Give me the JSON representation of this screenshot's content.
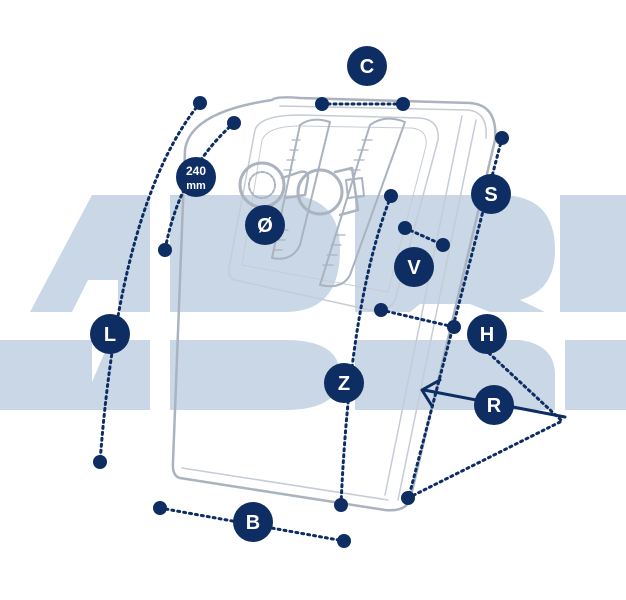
{
  "watermark": {
    "text": "ADR",
    "color": "#c9d7e6"
  },
  "colors": {
    "navy": "#0d2d63",
    "outline": "#c5ccd6",
    "outline_dark": "#aab3bf",
    "detail": "#d3d9e1"
  },
  "labels": {
    "C": "C",
    "S": "S",
    "L": "L",
    "diameter": "Ø",
    "V": "V",
    "H": "H",
    "Z": "Z",
    "R": "R",
    "B": "B",
    "size_value": "240",
    "size_unit": "mm"
  },
  "part": {
    "name": "mudguard",
    "icon": "mudguard-icon",
    "clamps_icon": "mounting-clamp-icon"
  }
}
